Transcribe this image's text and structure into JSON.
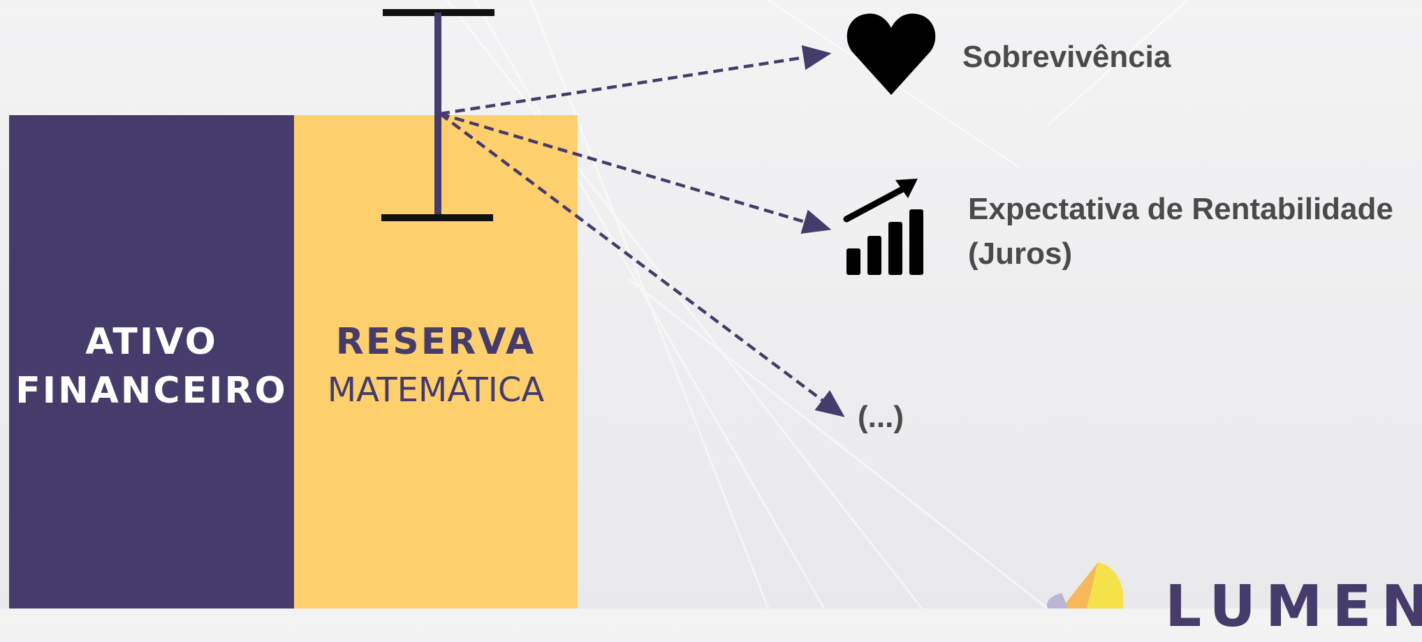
{
  "columns": {
    "ativo": {
      "line1": "ATIVO",
      "line2": "FINANCEIRO",
      "color": "#463c6b"
    },
    "reserva": {
      "line1": "RESERVA",
      "line2": "MATEMÁTICA",
      "color": "#fdcf6d"
    }
  },
  "factors": {
    "sobrevivencia": {
      "label": "Sobrevivência",
      "icon": "heart-icon"
    },
    "expectativa": {
      "label_line1": "Expectativa de Rentabilidade",
      "label_line2": "(Juros)",
      "icon": "bar-chart-up-icon"
    },
    "outros": {
      "label": "(...)"
    }
  },
  "logo": {
    "text": "LUMENS"
  },
  "colors": {
    "accent": "#463c6b",
    "highlight": "#fdcf6d",
    "text": "#4a4a4a"
  }
}
